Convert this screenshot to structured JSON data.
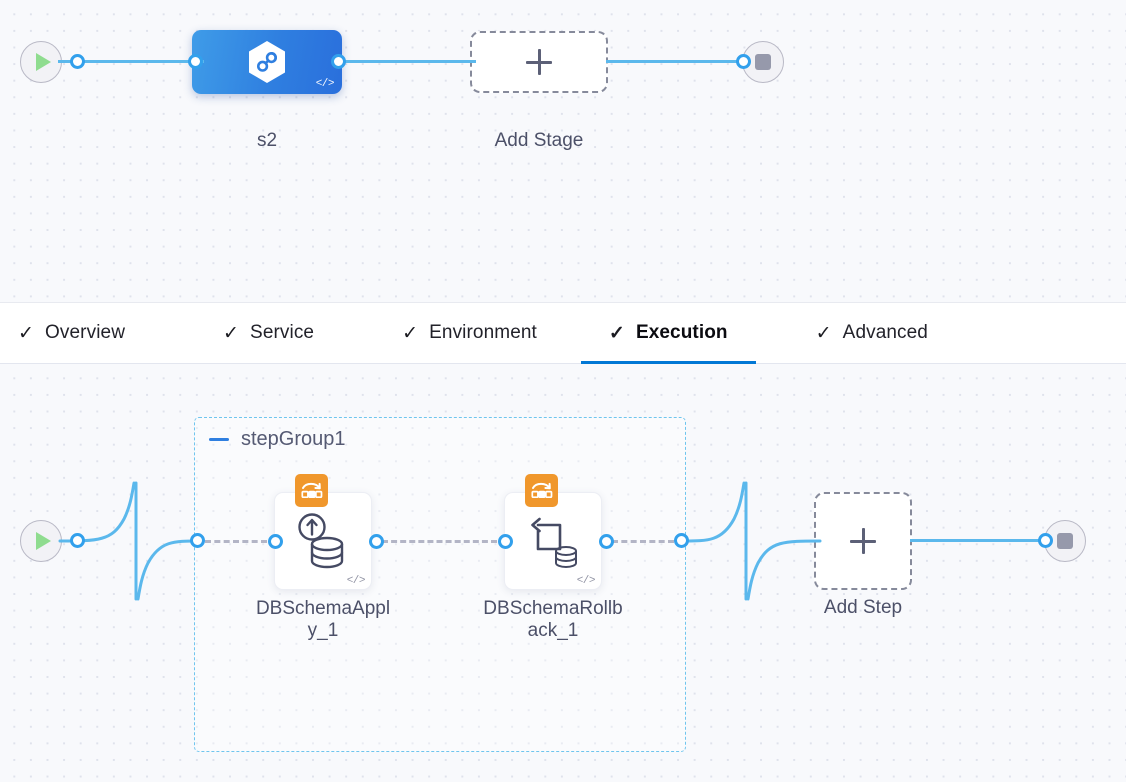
{
  "app": {
    "canvas_bg": "#f8f9fc",
    "accent_blue": "#0278d5",
    "edge_blue": "#5bb8ec",
    "port_blue": "#32a0ec",
    "badge_orange": "#f0972c",
    "group_border": "#6fc5ee"
  },
  "stage_canvas": {
    "start_node": {
      "icon": "play-icon",
      "label": ""
    },
    "stage_node": {
      "label": "s2",
      "icon": "harness-hexagon-infinity-icon",
      "code_badge": "</>"
    },
    "add_stage": {
      "label": "Add Stage",
      "icon": "plus-icon"
    },
    "stop_node": {
      "icon": "stop-icon",
      "label": ""
    }
  },
  "tabs": [
    {
      "label": "Overview",
      "check": "✓",
      "active": false
    },
    {
      "label": "Service",
      "check": "✓",
      "active": false
    },
    {
      "label": "Environment",
      "check": "✓",
      "active": false
    },
    {
      "label": "Execution",
      "check": "✓",
      "active": true
    },
    {
      "label": "Advanced",
      "check": "✓",
      "active": false
    }
  ],
  "execution_canvas": {
    "start_node": {
      "icon": "play-icon"
    },
    "step_group": {
      "title": "stepGroup1",
      "collapse_icon": "collapse-minus-icon",
      "steps": [
        {
          "label": "DBSchemaApply_1",
          "label_line1": "DBSchemaAppl",
          "label_line2": "y_1",
          "icon": "db-schema-apply-icon",
          "badge_icon": "liquibase-badge-icon",
          "code_badge": "</>"
        },
        {
          "label": "DBSchemaRollback_1",
          "label_line1": "DBSchemaRollb",
          "label_line2": "ack_1",
          "icon": "db-schema-rollback-icon",
          "badge_icon": "liquibase-badge-icon",
          "code_badge": "</>"
        }
      ]
    },
    "add_step": {
      "label": "Add Step",
      "icon": "plus-icon"
    },
    "stop_node": {
      "icon": "stop-icon"
    }
  }
}
